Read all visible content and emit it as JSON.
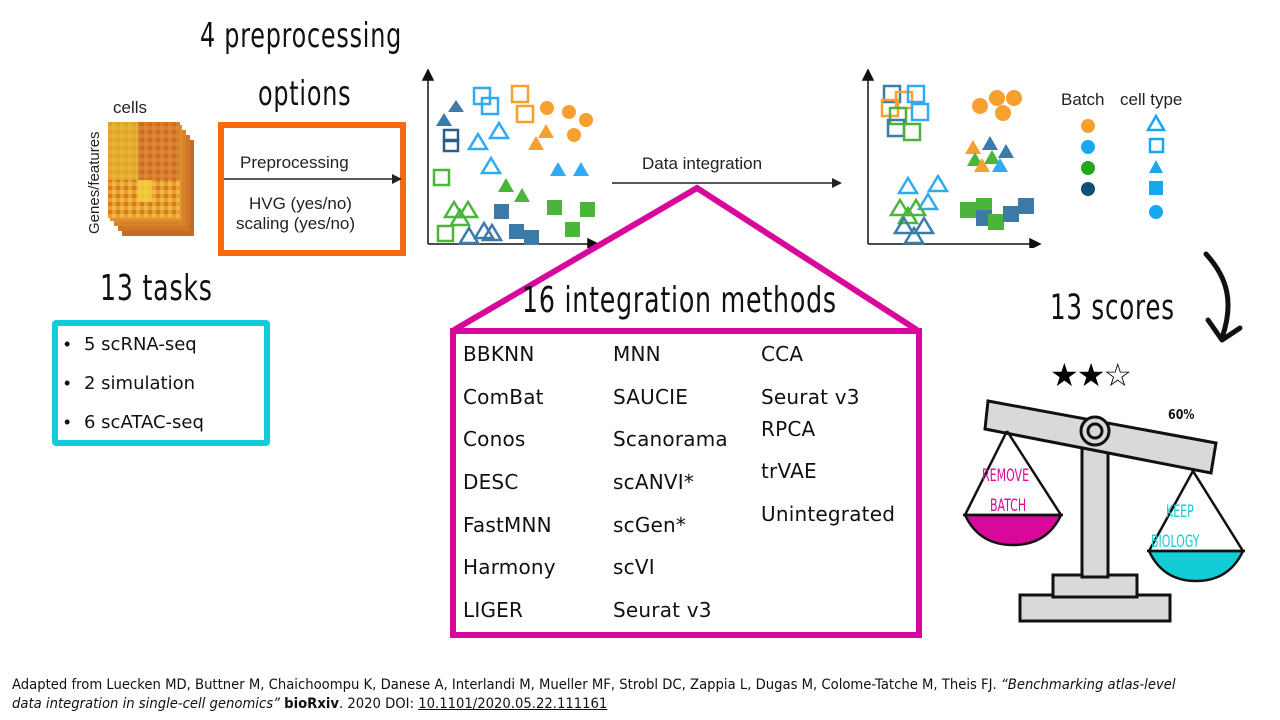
{
  "titles": {
    "preprocessing_line1": "4 preprocessing",
    "preprocessing_line2": "options",
    "tasks": "13 tasks",
    "methods": "16 integration methods",
    "scores": "13 scores"
  },
  "matrix": {
    "cells_label": "cells",
    "genes_label": "Genes/features"
  },
  "preprocessing_box": {
    "label": "Preprocessing",
    "option_1": "HVG (yes/no)",
    "option_2": "scaling (yes/no)",
    "border_color": "#f26a12"
  },
  "integration_arrow_label": "Data integration",
  "tasks": {
    "border_color": "#12cdd6",
    "bullet": "•",
    "items": [
      "5 scRNA-seq",
      "2 simulation",
      "6 scATAC-seq"
    ]
  },
  "methods": {
    "border_color": "#d8099a",
    "columns": [
      [
        "BBKNN",
        "ComBat",
        "Conos",
        "DESC",
        "FastMNN",
        "Harmony",
        "LIGER"
      ],
      [
        "MNN",
        "SAUCIE",
        "Scanorama",
        "scANVI*",
        "scGen*",
        "scVI",
        "Seurat v3"
      ],
      [
        "CCA",
        "Seurat v3",
        "RPCA",
        "trVAE",
        "Unintegrated"
      ]
    ]
  },
  "legend": {
    "batch_title": "Batch",
    "cell_type_title": "cell type",
    "batch_colors": [
      "#f7a030",
      "#18a8f0",
      "#22a81a",
      "#0f4f78"
    ],
    "cell_type_shapes": [
      "triangle-outline",
      "square-outline",
      "triangle-filled",
      "square-filled",
      "circle-filled"
    ],
    "cell_type_color": "#18a8f0"
  },
  "scores": {
    "stars_filled": 2,
    "stars_total": 3,
    "star_filled_glyph": "★",
    "star_empty_glyph": "☆",
    "percent_label": "60%",
    "remove_batch_line1": "REMOVE",
    "remove_batch_line2": "BATCH",
    "keep_biology_line1": "KEEP",
    "keep_biology_line2": "BIOLOGY",
    "remove_color": "#d8099a",
    "keep_color": "#12cdd6"
  },
  "citation": {
    "prefix": "Adapted from Luecken MD, Buttner M, Chaichoompu K, Danese A, Interlandi M, Mueller MF, Strobl DC, Zappia L, Dugas M, Colome-Tatche M, Theis FJ. ",
    "title": "“Benchmarking atlas-level data integration in single-cell genomics”",
    "journal": "bioRxiv",
    "year_text": ". 2020 DOI: ",
    "doi": "10.1101/2020.05.22.111161"
  }
}
